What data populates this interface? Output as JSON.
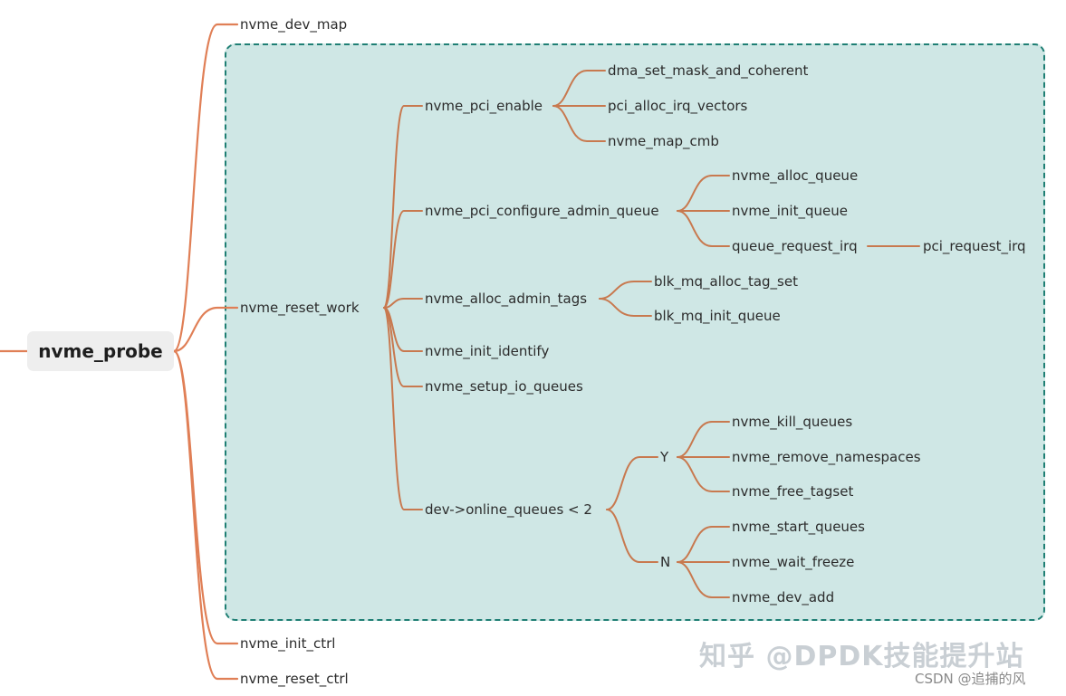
{
  "colors": {
    "branch": "#e07f56",
    "inner_branch": "#c8794f",
    "group_fill": "#cfe7e5",
    "group_border": "#1f7f74"
  },
  "root": {
    "label": "nvme_probe"
  },
  "nodes": {
    "nvme_dev_map": "nvme_dev_map",
    "nvme_reset_work": "nvme_reset_work",
    "nvme_init_ctrl": "nvme_init_ctrl",
    "nvme_reset_ctrl": "nvme_reset_ctrl",
    "nvme_pci_enable": "nvme_pci_enable",
    "dma_set_mask_and_coherent": "dma_set_mask_and_coherent",
    "pci_alloc_irq_vectors": "pci_alloc_irq_vectors",
    "nvme_map_cmb": "nvme_map_cmb",
    "nvme_pci_configure_admin_queue": "nvme_pci_configure_admin_queue",
    "nvme_alloc_queue": "nvme_alloc_queue",
    "nvme_init_queue": "nvme_init_queue",
    "queue_request_irq": "queue_request_irq",
    "pci_request_irq": "pci_request_irq",
    "nvme_alloc_admin_tags": "nvme_alloc_admin_tags",
    "blk_mq_alloc_tag_set": "blk_mq_alloc_tag_set",
    "blk_mq_init_queue": "blk_mq_init_queue",
    "nvme_init_identify": "nvme_init_identify",
    "nvme_setup_io_queues": "nvme_setup_io_queues",
    "online_queues_check": "dev->online_queues < 2",
    "branch_y": "Y",
    "branch_n": "N",
    "nvme_kill_queues": "nvme_kill_queues",
    "nvme_remove_namespaces": "nvme_remove_namespaces",
    "nvme_free_tagset": "nvme_free_tagset",
    "nvme_start_queues": "nvme_start_queues",
    "nvme_wait_freeze": "nvme_wait_freeze",
    "nvme_dev_add": "nvme_dev_add"
  },
  "watermark": {
    "text": "知乎 @DPDK技能提升站"
  },
  "credit": {
    "text": "CSDN @追捕的风"
  }
}
